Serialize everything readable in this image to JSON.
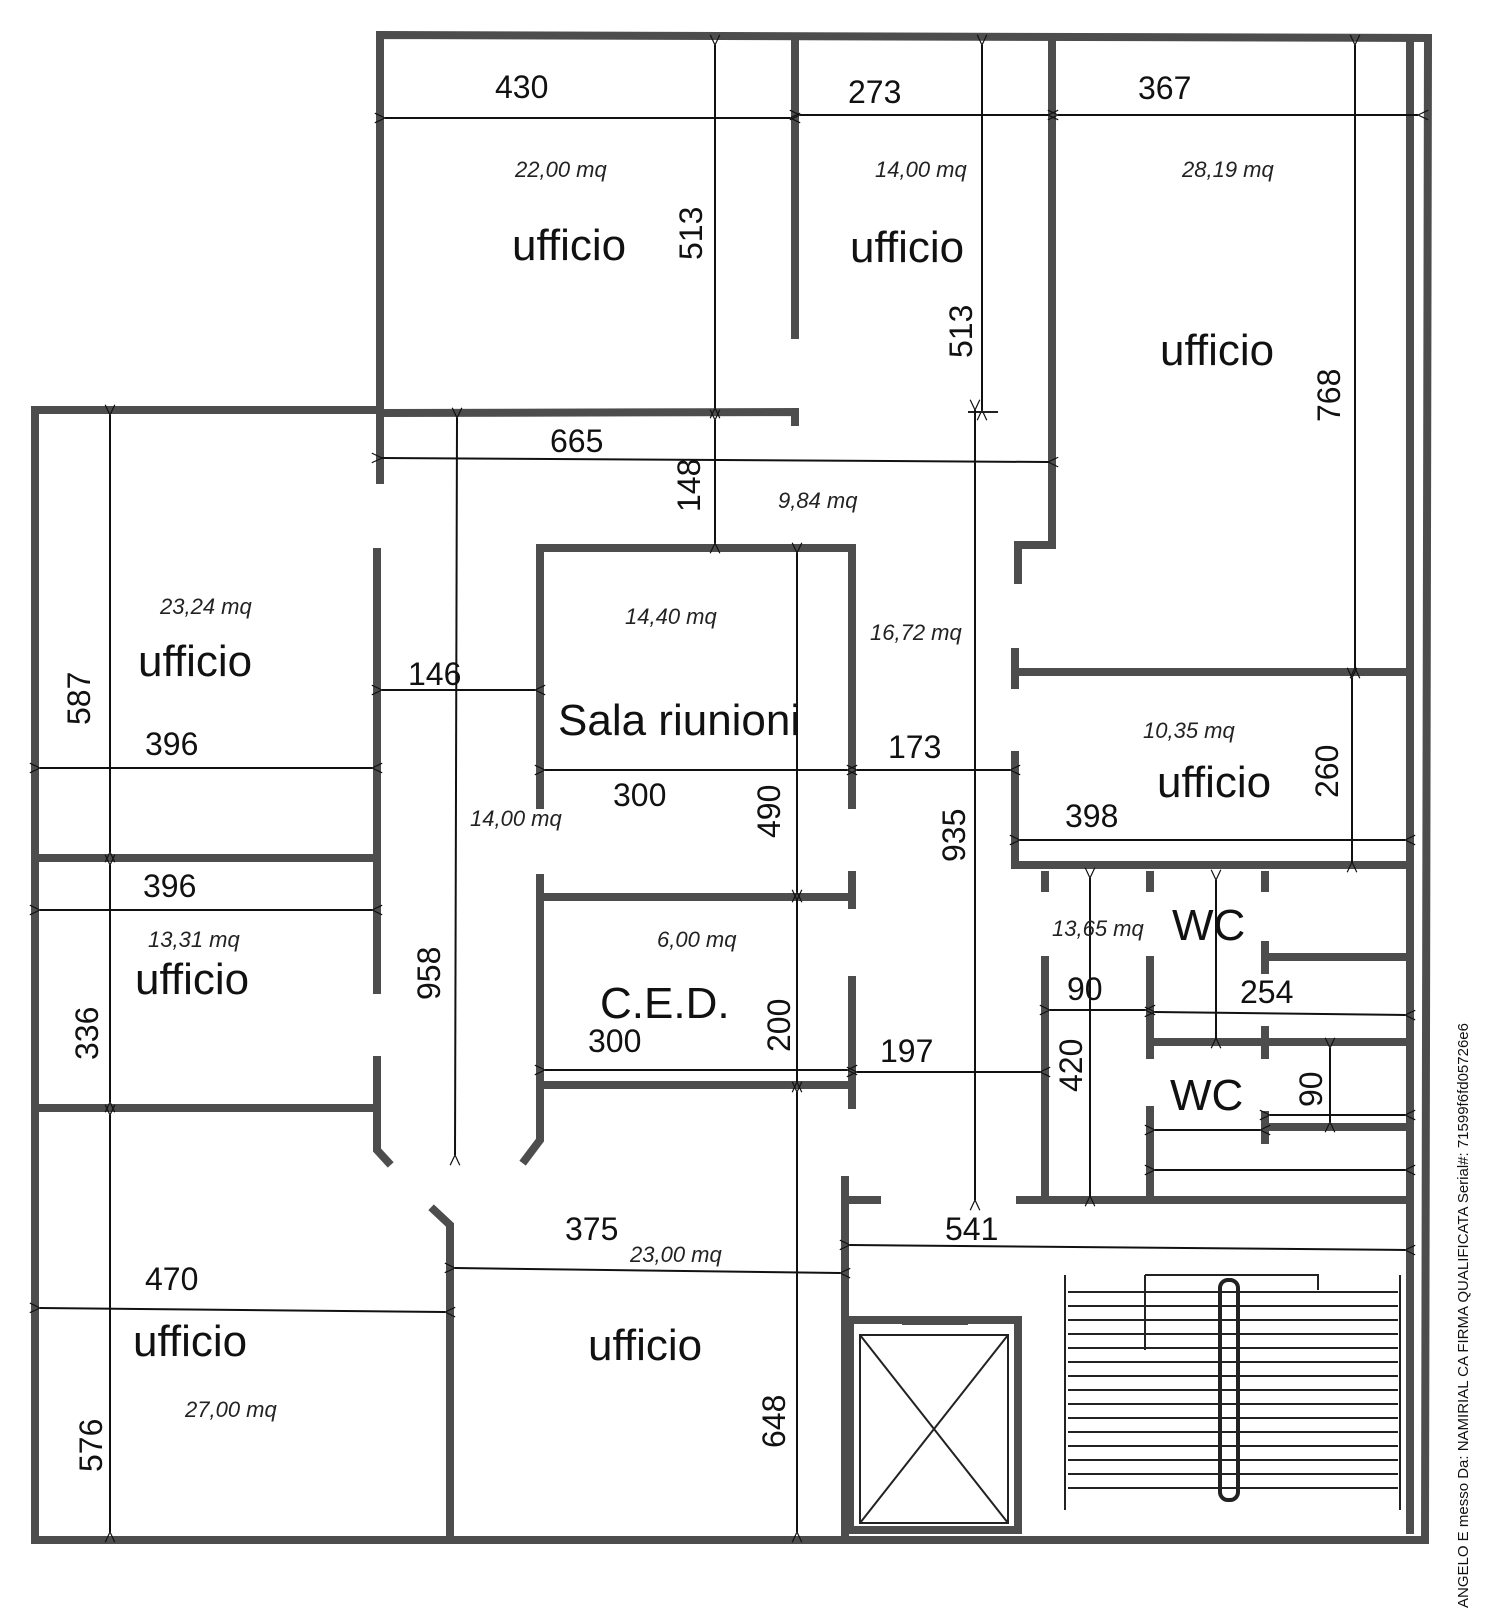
{
  "rooms": {
    "office_top_left": "ufficio",
    "office_top_mid": "ufficio",
    "office_top_right": "ufficio",
    "office_left_1": "ufficio",
    "office_left_2": "ufficio",
    "office_bottom_left": "ufficio",
    "office_bottom_mid": "ufficio",
    "office_right_small": "ufficio",
    "meeting_room": "Sala riunioni",
    "ced": "C.E.D.",
    "wc_1": "WC",
    "wc_2": "WC"
  },
  "areas": {
    "office_top_left": "22,00 mq",
    "office_top_mid": "14,00 mq",
    "office_top_right": "28,19 mq",
    "corridor_top": "9,84 mq",
    "office_left_1": "23,24 mq",
    "meeting_room": "14,40 mq",
    "corridor_right": "16,72 mq",
    "office_right_small": "10,35 mq",
    "corridor_left": "14,00 mq",
    "office_left_2": "13,31 mq",
    "ced": "6,00 mq",
    "wc_area": "13,65 mq",
    "office_bottom_mid": "23,00 mq",
    "office_bottom_left": "27,00 mq"
  },
  "dimensions": {
    "d430": "430",
    "d273": "273",
    "d367": "367",
    "d513a": "513",
    "d513b": "513",
    "d768": "768",
    "d665": "665",
    "d148": "148",
    "d587": "587",
    "d396a": "396",
    "d146": "146",
    "d300a": "300",
    "d490": "490",
    "d173": "173",
    "d935": "935",
    "d398": "398",
    "d260": "260",
    "d396b": "396",
    "d336": "336",
    "d958": "958",
    "d300b": "300",
    "d200": "200",
    "d197": "197",
    "d420": "420",
    "d90a": "90",
    "d254": "254",
    "d90b": "90",
    "d541": "541",
    "d375": "375",
    "d470": "470",
    "d576": "576",
    "d648": "648"
  },
  "footer_text": "ANGELO E messo Da: NAMIRIAL CA FIRMA QUALIFICATA Serial#: 71599f6fd05726e6"
}
